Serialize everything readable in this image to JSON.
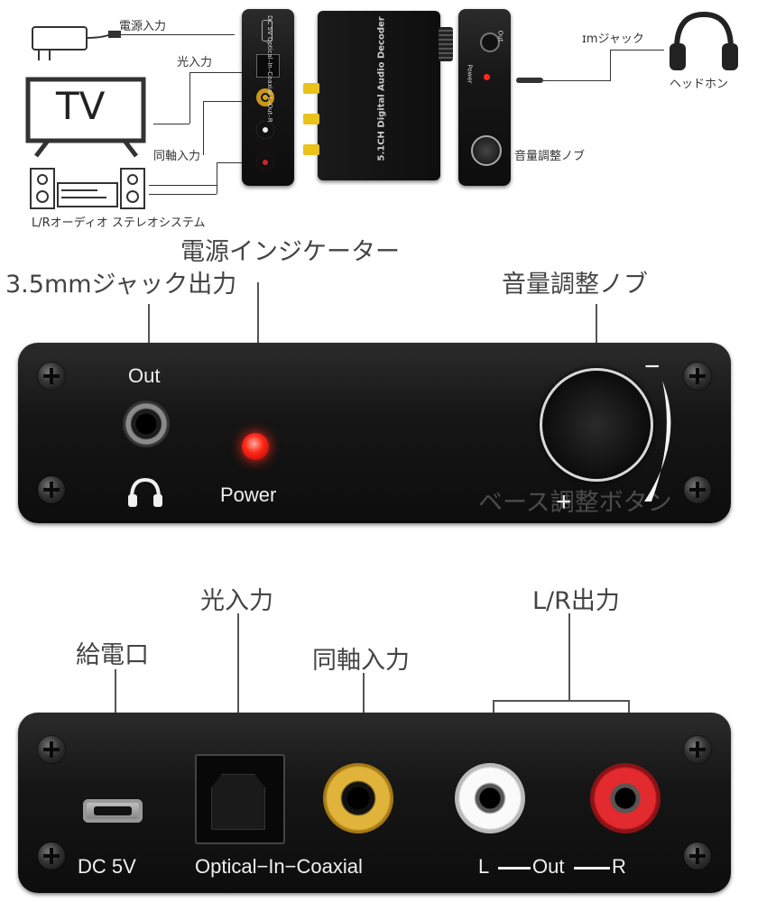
{
  "top_diagram": {
    "power_label": "電源入力",
    "optical_label": "光入力",
    "tv_text": "TV",
    "coaxial_label": "同軸入力",
    "stereo_label": "L/Rオーディオ ステレオシステム",
    "device_title": "5.1CH Digital Audio Decoder",
    "headphone_jack_label": "ɪmジャック",
    "headphone_label": "ヘッドホン",
    "volume_label": "音量調整ノブ",
    "mini_back_text": "DC 5V   Optical–In–Coaxial   L–Out–R",
    "mini_front_out": "Out",
    "mini_front_power": "Power"
  },
  "front_panel": {
    "jack_callout": "3.5mmジャック出力",
    "indicator_callout": "電源インジケーター",
    "knob_callout": "音量調整ノブ",
    "out_label": "Out",
    "power_label": "Power",
    "watermark": "ベース調整ボタン",
    "minus_sign": "−",
    "plus_sign": "+"
  },
  "back_panel": {
    "power_port_callout": "給電口",
    "optical_callout": "光入力",
    "coaxial_callout": "同軸入力",
    "lr_callout": "L/R出力",
    "dc_label": "DC 5V",
    "optical_coaxial_label": "Optical−In−Coaxial",
    "l_label": "L",
    "out_label": "Out",
    "r_label": "R"
  },
  "colors": {
    "panel": "#151515",
    "coaxial_ring": "#d6a520",
    "left_ring": "#f2f2f2",
    "right_ring": "#d8232a",
    "led": "#ff2a1a"
  }
}
